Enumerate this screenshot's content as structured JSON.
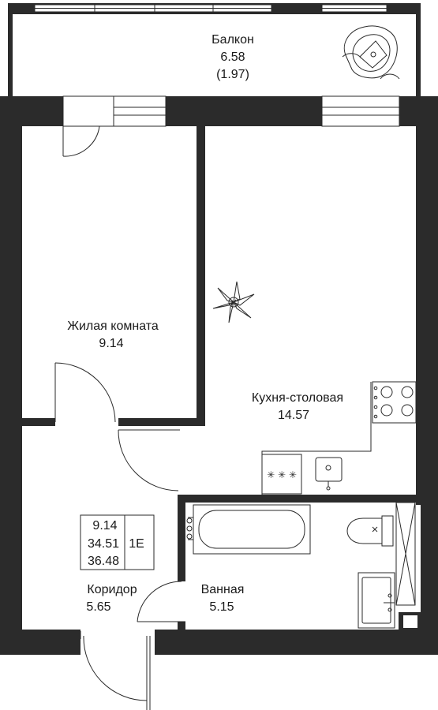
{
  "rooms": {
    "balcony": {
      "name": "Балкон",
      "area": "6.58",
      "reduced_area": "(1.97)"
    },
    "living": {
      "name": "Жилая комната",
      "area": "9.14"
    },
    "kitchen": {
      "name": "Кухня-столовая",
      "area": "14.57"
    },
    "corridor": {
      "name": "Коридор",
      "area": "5.65"
    },
    "bathroom": {
      "name": "Ванная",
      "area": "5.15"
    }
  },
  "summary": {
    "living_area": "9.14",
    "total_area": "34.51",
    "total_with_balcony": "36.48",
    "apartment_type": "1E"
  },
  "colors": {
    "wall": "#2b2b2b",
    "line": "#2a2a2a",
    "background": "#ffffff"
  },
  "icons": [
    "armchair-icon",
    "plant-icon",
    "stove-icon",
    "sink-icon",
    "bathtub-icon",
    "toilet-icon",
    "washbasin-icon"
  ]
}
